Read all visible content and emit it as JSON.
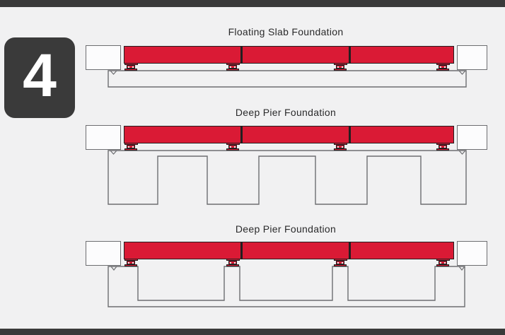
{
  "badge": {
    "number": "4"
  },
  "diagrams": [
    {
      "title": "Floating Slab Foundation",
      "beam_segments": 3,
      "supports": 4
    },
    {
      "title": "Deep Pier Foundation",
      "beam_segments": 3,
      "supports": 4,
      "piers": 4
    },
    {
      "title": "Deep Pier Foundation",
      "beam_segments": 3,
      "supports": 4,
      "piers": 4
    }
  ],
  "colors": {
    "background": "#f1f1f2",
    "frame_dark": "#3a3a3a",
    "beam_red": "#da1a35",
    "beam_outline": "#231f20",
    "foundation_outline": "#6d6e71"
  }
}
